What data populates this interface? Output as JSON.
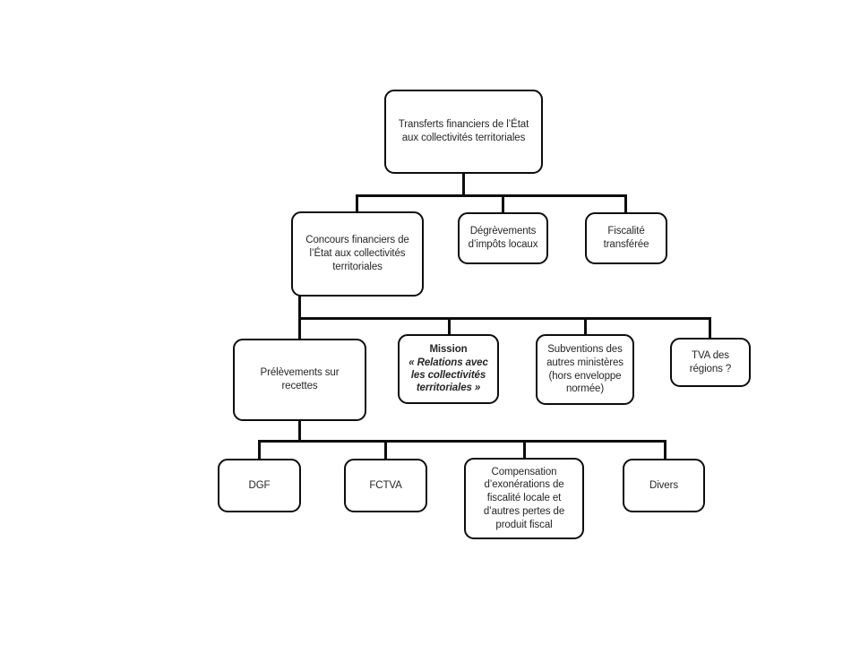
{
  "diagram": {
    "title": "Transferts financiers de l'État aux collectivités territoriales",
    "type": "organizational-tree",
    "colors": {
      "background": "#ffffff",
      "box_border": "#0d0d0d",
      "box_fill": "#ffffff",
      "text": "#262626",
      "connector": "#0d0d0d"
    },
    "levels": [
      {
        "level": 1,
        "nodes": [
          {
            "id": "root",
            "lines": [
              "Transferts financiers de l’État",
              "aux collectivités territoriales"
            ]
          }
        ]
      },
      {
        "level": 2,
        "nodes": [
          {
            "id": "concours",
            "lines": [
              "Concours financiers de",
              "l’État aux collectivités",
              "territoriales"
            ]
          },
          {
            "id": "degrevements",
            "lines": [
              "Dégrèvements",
              "d’impôts locaux"
            ]
          },
          {
            "id": "fiscalite",
            "lines": [
              "Fiscalité",
              "transférée"
            ]
          }
        ]
      },
      {
        "level": 3,
        "nodes": [
          {
            "id": "prelevements",
            "lines": [
              "Prélèvements sur",
              "recettes"
            ]
          },
          {
            "id": "mission",
            "heading": "Mission",
            "quote_lines": [
              "« Relations  avec",
              "les collectivités",
              "territoriales »"
            ]
          },
          {
            "id": "subventions",
            "lines": [
              "Subventions des",
              "autres ministères",
              "(hors enveloppe",
              "normée)"
            ]
          },
          {
            "id": "tva",
            "lines": [
              "TVA  des",
              "régions ?"
            ]
          }
        ]
      },
      {
        "level": 4,
        "nodes": [
          {
            "id": "dgf",
            "lines": [
              "DGF"
            ]
          },
          {
            "id": "fctva",
            "lines": [
              "FCTVA"
            ]
          },
          {
            "id": "compensation",
            "lines": [
              "Compensation",
              "d’exonérations de",
              "fiscalité locale et",
              "d’autres pertes de",
              "produit fiscal"
            ]
          },
          {
            "id": "divers",
            "lines": [
              "Divers"
            ]
          }
        ]
      }
    ],
    "nodes": {
      "root": {
        "line1": "Transferts financiers de l’État",
        "line2": "aux collectivités territoriales"
      },
      "concours": {
        "line1": "Concours financiers de",
        "line2": "l’État aux collectivités",
        "line3": "territoriales"
      },
      "degrevements": {
        "line1": "Dégrèvements",
        "line2": "d’impôts locaux"
      },
      "fiscalite": {
        "line1": "Fiscalité",
        "line2": "transférée"
      },
      "prelevements": {
        "line1": "Prélèvements sur",
        "line2": "recettes"
      },
      "mission": {
        "heading": "Mission",
        "line1": "« Relations  avec",
        "line2": "les collectivités",
        "line3": "territoriales »"
      },
      "subventions": {
        "line1": "Subventions des",
        "line2": "autres ministères",
        "line3": "(hors enveloppe",
        "line4": "normée)"
      },
      "tva": {
        "line1": "TVA  des",
        "line2": "régions ?"
      },
      "dgf": {
        "line1": "DGF"
      },
      "fctva": {
        "line1": "FCTVA"
      },
      "compensation": {
        "line1": "Compensation",
        "line2": "d’exonérations de",
        "line3": "fiscalité locale et",
        "line4": "d’autres pertes de",
        "line5": "produit fiscal"
      },
      "divers": {
        "line1": "Divers"
      }
    }
  }
}
